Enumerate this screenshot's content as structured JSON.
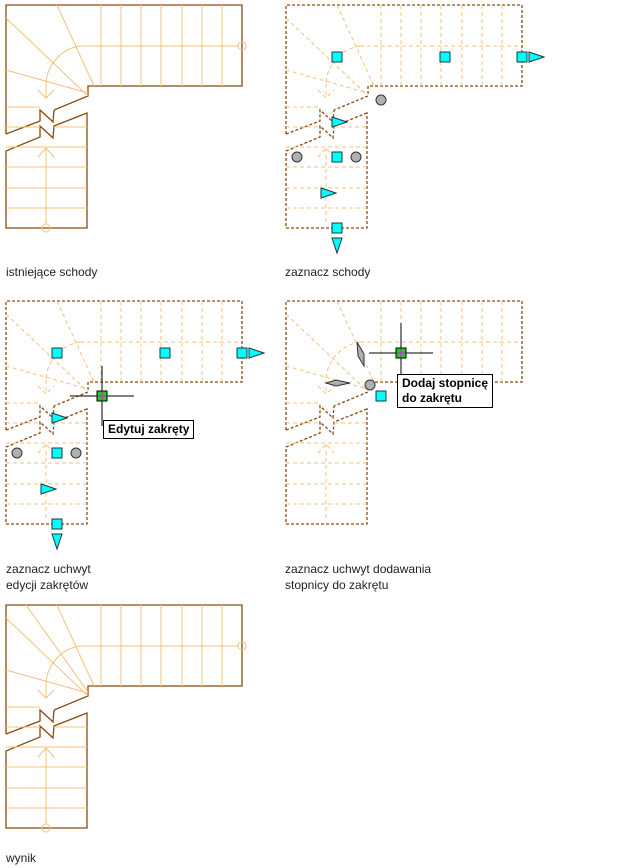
{
  "colors": {
    "outline": "#8b4a0f",
    "tread": "#f6c07d",
    "grip_square": "#00ffff",
    "grip_round": "#b0b0b0",
    "hot_grip": "#22cc22",
    "crosshair": "#000000"
  },
  "panels": [
    {
      "id": "existing",
      "caption": "istniejące schody",
      "state": "plain"
    },
    {
      "id": "select-stair",
      "caption": "zaznacz schody",
      "state": "selected"
    },
    {
      "id": "select-winder-edit-grip",
      "caption": "zaznacz uchwyt\nedycji zakrętów",
      "state": "selected",
      "tooltip": "Edytuj zakręty"
    },
    {
      "id": "select-add-tread-grip",
      "caption": "zaznacz uchwyt dodawania\nstopnicy do zakrętu",
      "state": "selected",
      "tooltip": "Dodaj stopnicę\ndo zakrętu"
    },
    {
      "id": "result",
      "caption": "wynik",
      "state": "plain"
    }
  ],
  "icons": {
    "square_grip": "square-grip-icon",
    "triangle_grip": "triangle-grip-icon",
    "round_grip": "round-grip-icon",
    "crosshair": "crosshair-icon"
  }
}
